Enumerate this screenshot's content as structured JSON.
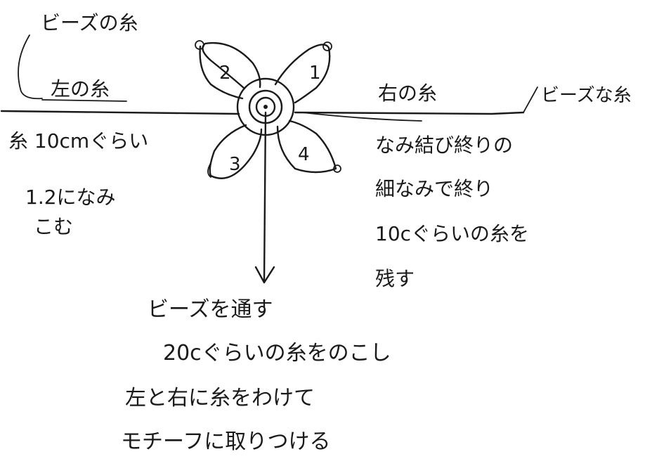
{
  "colors": {
    "ink": "#1a1a1a",
    "paper": "#ffffff"
  },
  "labels": {
    "bead_thread_top": "ビーズの糸",
    "left_thread": "左の糸",
    "right_thread": "右の糸",
    "bead_thread_right": "ビーズな糸",
    "thread_length": "糸 10cmぐらい",
    "knot_note_line1": "1.2になみ",
    "knot_note_line2": "こむ",
    "right_note_line1": "なみ結び終りの",
    "right_note_line2": "細なみで終り",
    "right_note_line3": "10cぐらいの糸を",
    "right_note_line4": "残す"
  },
  "petals": [
    "1",
    "2",
    "3",
    "4"
  ],
  "instructions": [
    "ビーズを通す",
    "20cぐらいの糸をのこし",
    "左と右に糸をわけて",
    "モチーフに取りつける"
  ]
}
